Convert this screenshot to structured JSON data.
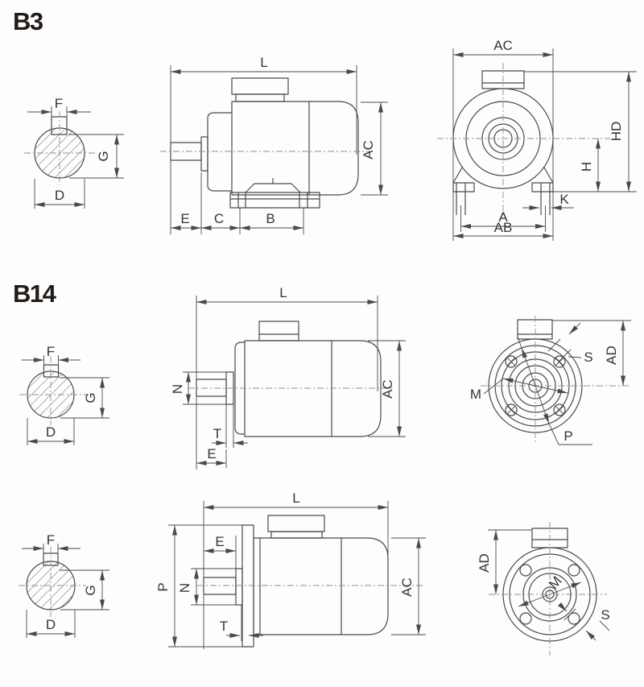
{
  "titles": {
    "b3": "B3",
    "b14": "B14"
  },
  "labels": {
    "b3_sec": {
      "f": "F",
      "g": "G",
      "d": "D"
    },
    "b3_side": {
      "l": "L",
      "ac": "AC",
      "e": "E",
      "c": "C",
      "b": "B"
    },
    "b3_front": {
      "ac": "AC",
      "hd": "HD",
      "h": "H",
      "k": "K",
      "a": "A",
      "ab": "AB"
    },
    "b14_sec": {
      "f": "F",
      "g": "G",
      "d": "D"
    },
    "b14_side": {
      "l": "L",
      "n": "N",
      "t": "T",
      "e": "E",
      "ac": "AC"
    },
    "b14_flange": {
      "m": "M",
      "p": "P",
      "s": "S",
      "ad": "AD"
    },
    "b14f_sec": {
      "f": "F",
      "g": "G",
      "d": "D"
    },
    "b14f_side": {
      "l": "L",
      "e": "E",
      "p": "P",
      "n": "N",
      "t": "T",
      "ac": "AC"
    },
    "b14f_flange": {
      "m": "M",
      "s": "S",
      "ad": "AD"
    }
  }
}
